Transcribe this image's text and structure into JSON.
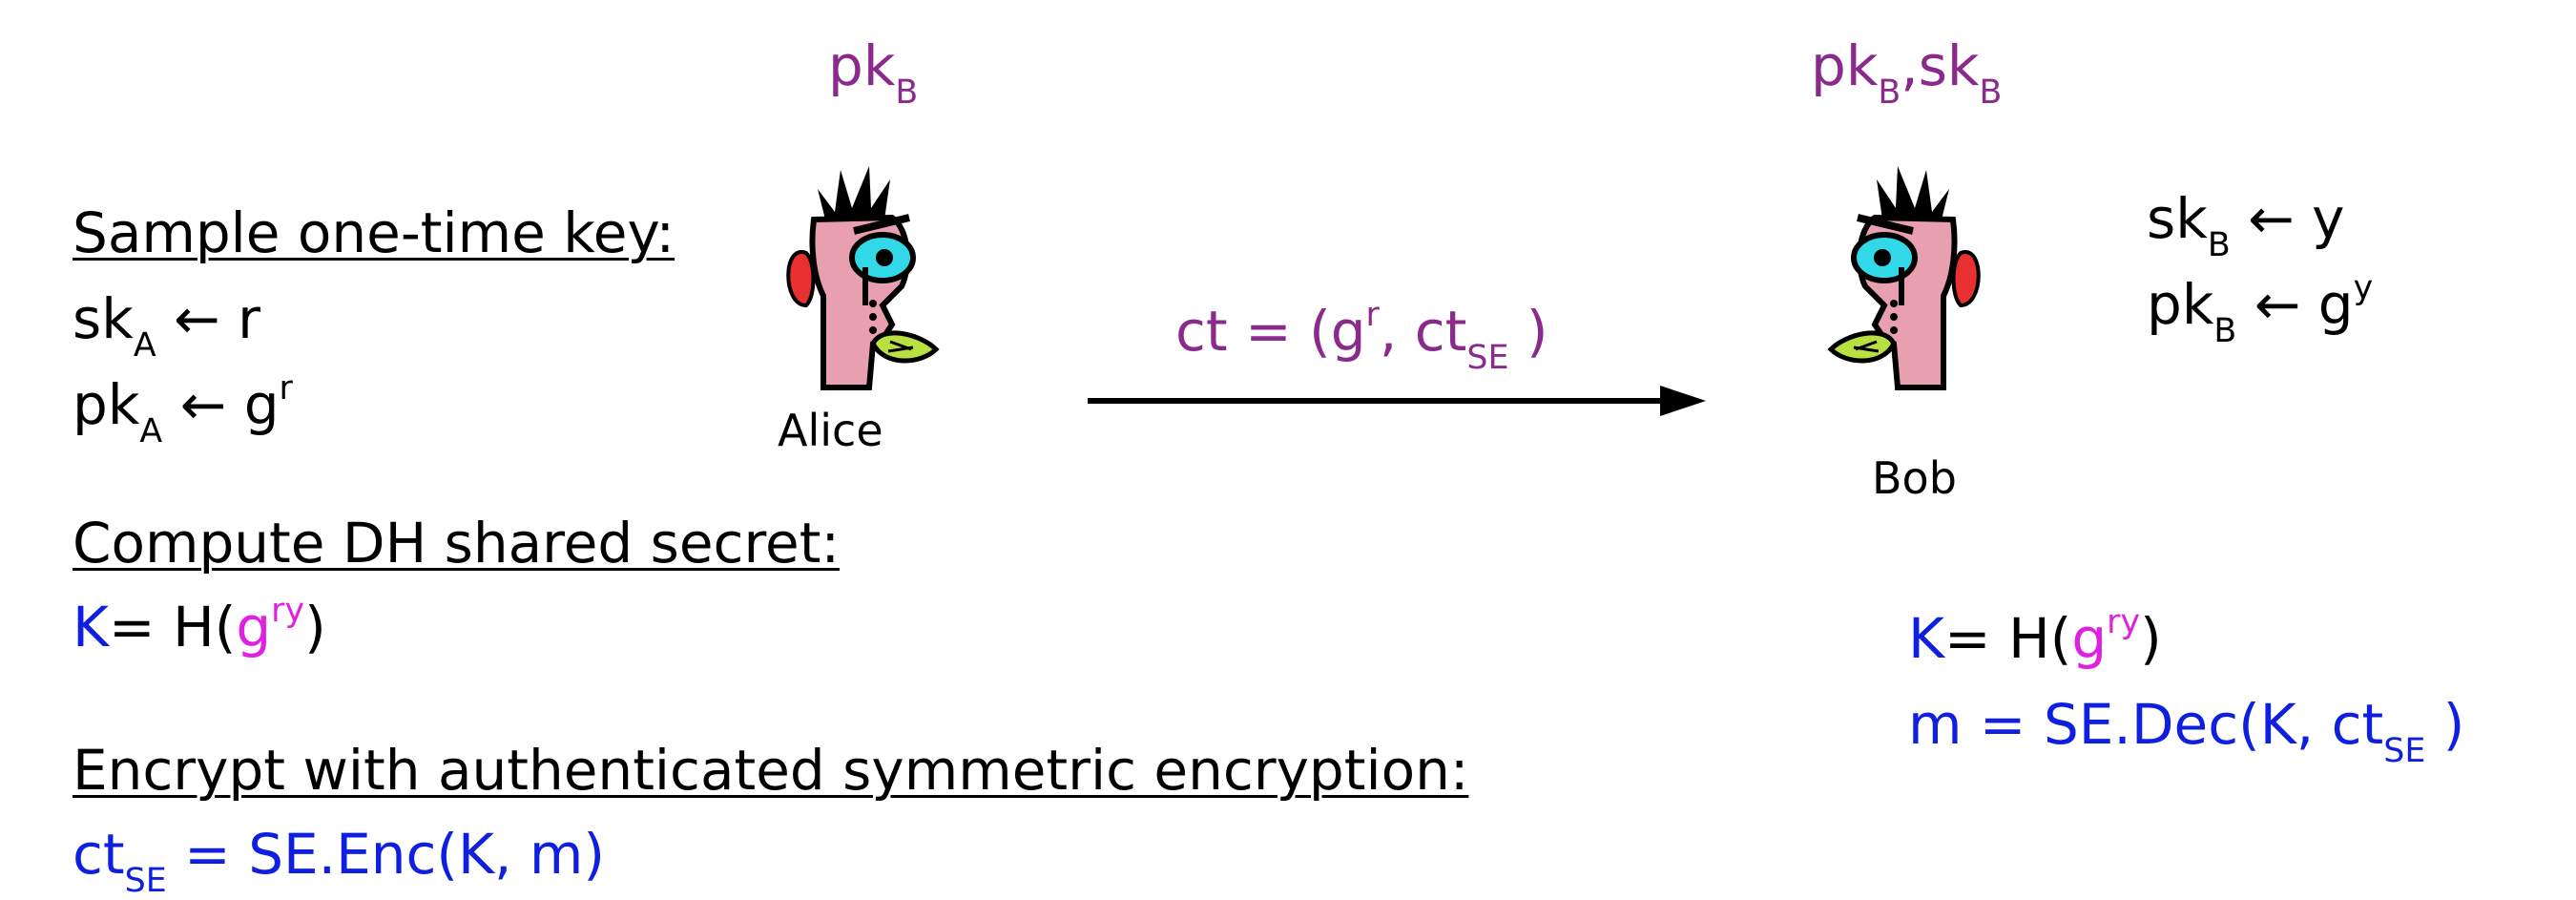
{
  "alice_header": {
    "pk": "pk",
    "pk_sub": "B"
  },
  "bob_header": {
    "pk": "pk",
    "pk_sub": "B",
    "sep": ",",
    "sk": "sk",
    "sk_sub": "B"
  },
  "alice": {
    "name": "Alice"
  },
  "bob": {
    "name": "Bob"
  },
  "left": {
    "sample_heading": "Sample one-time key:",
    "sk_line": {
      "base": "sk",
      "sub": "A",
      "rest": " ← r"
    },
    "pk_line": {
      "base": "pk",
      "sub": "A",
      "rest": " ← g",
      "sup": "r"
    },
    "dh_heading": "Compute DH shared secret:",
    "k_line": {
      "k": "K",
      "eq": "= H(",
      "g": "g",
      "sup": "ry",
      "close": ")"
    },
    "enc_heading": "Encrypt with authenticated symmetric encryption:",
    "ct_line": {
      "base": "ct",
      "sub": "SE",
      "rest": " = SE.Enc(K, m)"
    }
  },
  "message": {
    "pre": "ct = (g",
    "sup": "r",
    "mid": ", ct",
    "sub": "SE",
    "post": " )"
  },
  "right": {
    "sk_line": {
      "base": "sk",
      "sub": "B",
      "rest": " ← y"
    },
    "pk_line": {
      "base": "pk",
      "sub": "B",
      "rest": " ← g",
      "sup": "y"
    },
    "k_line": {
      "k": "K",
      "eq": "= H(",
      "g": "g",
      "sup": "ry",
      "close": ")"
    },
    "m_line": {
      "pre": "m = SE.Dec(K, ct",
      "sub": "SE",
      "post": " )"
    }
  },
  "colors": {
    "purple": "#8a2b8c",
    "blue": "#0f1fe0",
    "magenta": "#e020e0"
  },
  "icons": [
    "alice-face-icon",
    "bob-face-icon",
    "right-arrow-icon"
  ]
}
